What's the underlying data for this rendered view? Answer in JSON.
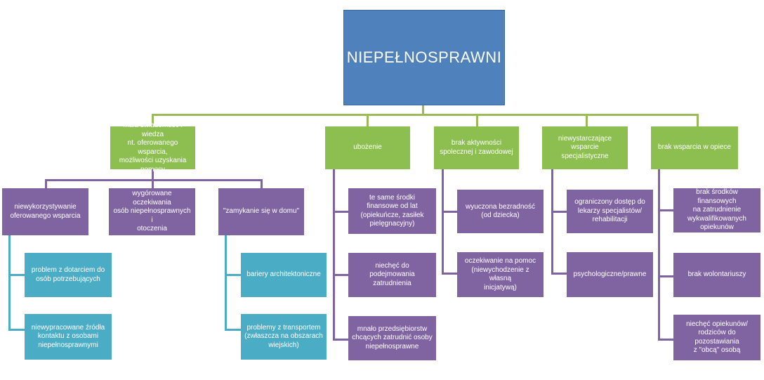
{
  "root": {
    "label": "NIEPEŁNOSPRAWNI"
  },
  "branches": [
    {
      "label": "mała świadomość i wiedza\nnt. oferowanego wsparcia,\nmożliwości uzyskania\npomocy",
      "sub": [
        {
          "label": "niewykorzystywanie\noferowanego wsparcia",
          "items": [
            "problem z dotarciem do\nosób potrzebujących",
            "niewypracowane źródła\nkontaktu z osobami\nniepełnosprawnymi"
          ]
        },
        {
          "label": "wygórowane oczekiwania\nosób niepełnosprawnych i\notoczenia",
          "items": []
        },
        {
          "label": "\"zamykanie się w domu\"",
          "items": [
            "bariery architektoniczne",
            "problemy z  transportem\n(zwłaszcza na obszarach\nwiejskich)"
          ]
        }
      ]
    },
    {
      "label": "ubożenie",
      "items": [
        "te same środki\nfinansowe od lat\n(opiekuńcze, zasiłek\npielęgnacyjny)",
        "niechęć do podejmowania\nzatrudnienia",
        "mnało przedsiębiorstw\nchcących zatrudnić osoby\nniepełnosprawne"
      ]
    },
    {
      "label": "brak aktywności\nspołecznej i zawodowej",
      "items": [
        "wyuczona bezradność\n(od dziecka)",
        "oczekiwanie na pomoc\n(niewychodzenie z własną\ninicjatywą)"
      ]
    },
    {
      "label": "niewystarczające wsparcie\nspecjalistyczne",
      "items": [
        "ograniczony dostęp do\nlekarzy specjalistów/\nrehabilitacji",
        "psychologiczne/prawne"
      ]
    },
    {
      "label": "brak wsparcia w opiece",
      "items": [
        "brak środków finansowych\nna zatrudnienie\nwykwalifikowanych\nopiekunów",
        "brak wolontariuszy",
        "niechęć opiekunów/\nrodziców do pozostawiania\nz \"obcą\" osobą"
      ]
    }
  ]
}
